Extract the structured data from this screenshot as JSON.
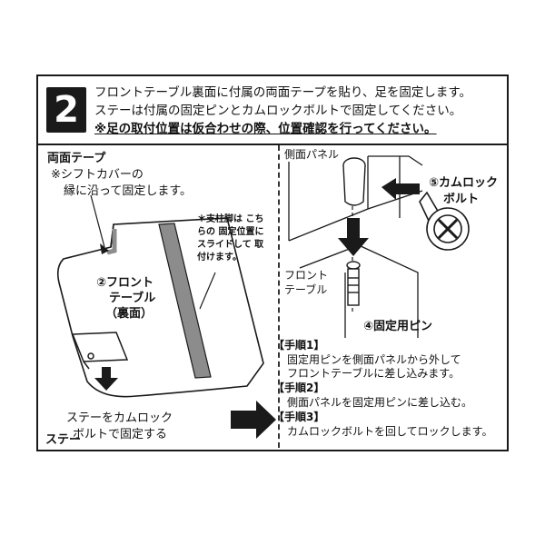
{
  "step_number": "2",
  "header": {
    "line1": "フロントテーブル裏面に付属の両面テープを貼り、足を固定します。",
    "line2": "ステーは付属の固定ピンとカムロックボルトで固定してください。",
    "line3": "※足の取付位置は仮合わせの際、位置確認を行ってください。"
  },
  "left": {
    "tape_title": "両面テープ",
    "tape_note1": "※シフトカバーの",
    "tape_note2": "縁に沿って固定します。",
    "pole_note": "＊支柱脚は こちらの 固定位置に スライドして 取付けます。",
    "front_table_l1": "②フロント",
    "front_table_l2": "テーブル",
    "front_table_l3": "（裏面）",
    "stay_cam_l1": "ステーをカムロック",
    "stay_cam_l2": "ボルトで固定する",
    "stay": "ステー"
  },
  "right": {
    "side_panel": "側面パネル",
    "cam_bolt_l1": "⑤カムロック",
    "cam_bolt_l2": "ボルト",
    "front_table_l1": "フロント",
    "front_table_l2": "テーブル",
    "pin": "④固定用ピン"
  },
  "procedure": [
    {
      "head": "【手順1】",
      "lines": [
        "固定用ピンを側面パネルから外して",
        "フロントテーブルに差し込みます。"
      ]
    },
    {
      "head": "【手順2】",
      "lines": [
        "側面パネルを固定用ピンに差し込む。"
      ]
    },
    {
      "head": "【手順3】",
      "lines": [
        "カムロックボルトを回してロックします。"
      ]
    }
  ],
  "colors": {
    "ink": "#1a1a1a",
    "gray_strip": "#8c8c8c"
  }
}
